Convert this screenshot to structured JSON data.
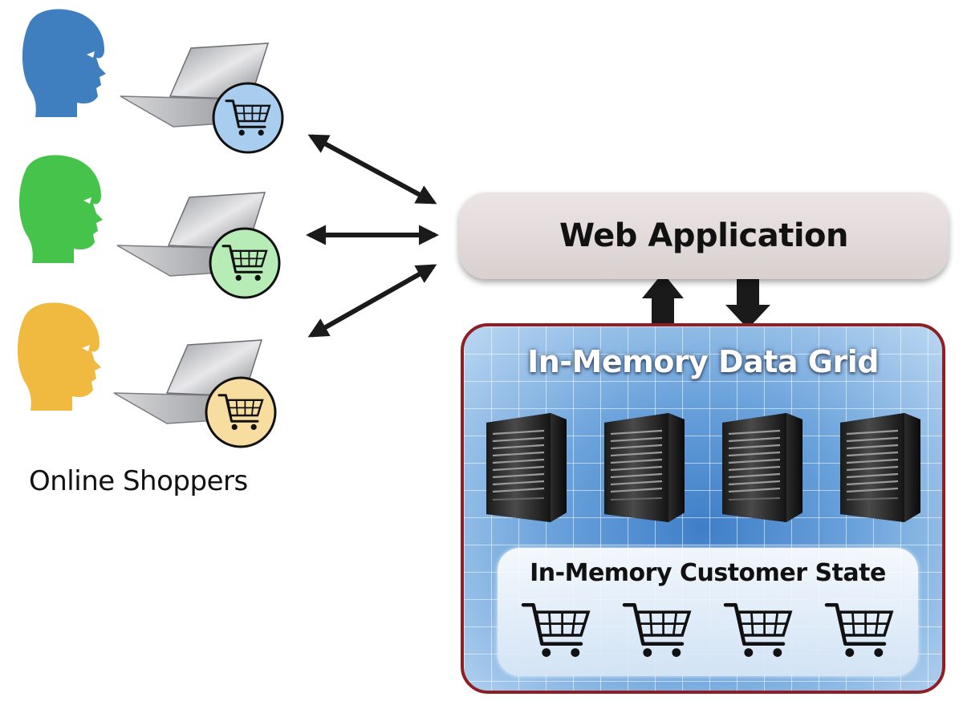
{
  "shoppers": {
    "label": "Online Shoppers",
    "head_colors": [
      "#3f7fc0",
      "#46c34a",
      "#f0b940"
    ],
    "badge_colors": [
      "#a9cdee",
      "#b7ecb6",
      "#f7dda0"
    ]
  },
  "web_application": {
    "label": "Web Application",
    "color": "#d9d0d0"
  },
  "data_grid": {
    "title": "In-Memory Data Grid",
    "border_color": "#8f1f24",
    "server_count": 4
  },
  "customer_state": {
    "title": "In-Memory Customer State",
    "cart_count": 4
  },
  "icons": [
    "head-silhouette-icon",
    "laptop-icon",
    "shopping-cart-icon",
    "server-tower-icon",
    "double-arrow-icon"
  ]
}
